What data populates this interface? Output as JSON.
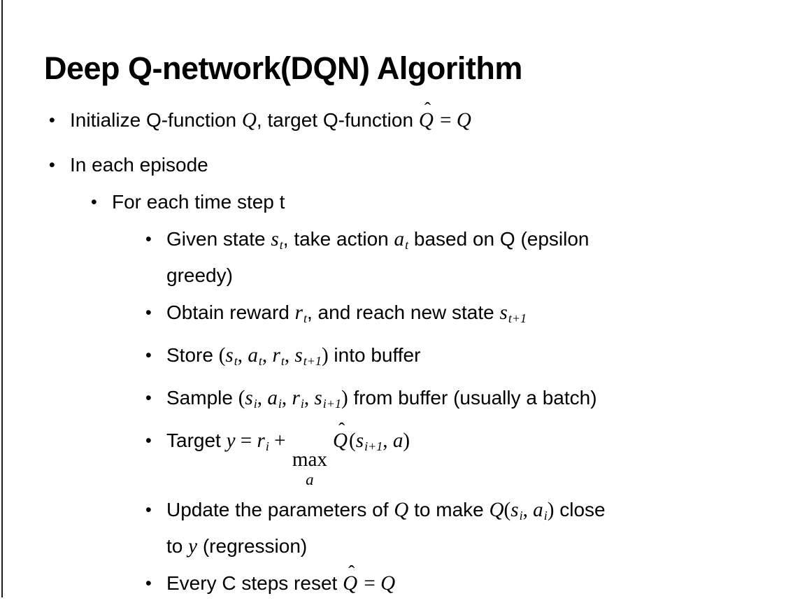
{
  "colors": {
    "background": "#ffffff",
    "text": "#000000",
    "border_line": "#1c1c1c"
  },
  "slide": {
    "title": "Deep Q-network(DQN) Algorithm",
    "bullet_glyph": "•",
    "bullets": [
      {
        "level": 1,
        "segments": [
          {
            "t": "txt",
            "v": "Initialize Q-function "
          },
          {
            "t": "m",
            "v": "Q"
          },
          {
            "t": "txt",
            "v": ", target Q-function "
          },
          {
            "t": "mhat",
            "v": "Q"
          },
          {
            "t": "mp",
            "v": " = "
          },
          {
            "t": "m",
            "v": "Q"
          }
        ]
      },
      {
        "level": 1,
        "segments": [
          {
            "t": "txt",
            "v": "In each episode"
          }
        ]
      },
      {
        "level": 2,
        "segments": [
          {
            "t": "txt",
            "v": "For each time step t"
          }
        ]
      },
      {
        "level": 3,
        "segments": [
          {
            "t": "txt",
            "v": "Given state "
          },
          {
            "t": "msub",
            "v": "s",
            "sub": "t"
          },
          {
            "t": "txt",
            "v": ", take action "
          },
          {
            "t": "msub",
            "v": "a",
            "sub": "t"
          },
          {
            "t": "txt",
            "v": " based on Q (epsilon"
          },
          {
            "t": "br"
          },
          {
            "t": "txt",
            "v": "greedy)"
          }
        ]
      },
      {
        "level": 3,
        "segments": [
          {
            "t": "txt",
            "v": "Obtain reward "
          },
          {
            "t": "msub",
            "v": "r",
            "sub": "t"
          },
          {
            "t": "txt",
            "v": ", and reach new state "
          },
          {
            "t": "msub",
            "v": "s",
            "sub": "t+1"
          }
        ]
      },
      {
        "level": 3,
        "segments": [
          {
            "t": "txt",
            "v": "Store "
          },
          {
            "t": "mp",
            "v": "("
          },
          {
            "t": "msub",
            "v": "s",
            "sub": "t"
          },
          {
            "t": "mp",
            "v": ", "
          },
          {
            "t": "msub",
            "v": "a",
            "sub": "t"
          },
          {
            "t": "mp",
            "v": ", "
          },
          {
            "t": "msub",
            "v": "r",
            "sub": "t"
          },
          {
            "t": "mp",
            "v": ", "
          },
          {
            "t": "msub",
            "v": "s",
            "sub": "t+1"
          },
          {
            "t": "mp",
            "v": ")"
          },
          {
            "t": "txt",
            "v": " into buffer"
          }
        ]
      },
      {
        "level": 3,
        "segments": [
          {
            "t": "txt",
            "v": "Sample "
          },
          {
            "t": "mp",
            "v": "("
          },
          {
            "t": "msub",
            "v": "s",
            "sub": "i"
          },
          {
            "t": "mp",
            "v": ", "
          },
          {
            "t": "msub",
            "v": "a",
            "sub": "i"
          },
          {
            "t": "mp",
            "v": ", "
          },
          {
            "t": "msub",
            "v": "r",
            "sub": "i"
          },
          {
            "t": "mp",
            "v": ", "
          },
          {
            "t": "msub",
            "v": "s",
            "sub": "i+1"
          },
          {
            "t": "mp",
            "v": ")"
          },
          {
            "t": "txt",
            "v": " from buffer (usually a batch)"
          }
        ]
      },
      {
        "level": 3,
        "segments": [
          {
            "t": "txt",
            "v": "Target "
          },
          {
            "t": "m",
            "v": "y"
          },
          {
            "t": "mp",
            "v": " = "
          },
          {
            "t": "msub",
            "v": "r",
            "sub": "i"
          },
          {
            "t": "mp",
            "v": " + "
          },
          {
            "t": "munder",
            "v": "max",
            "under": "a"
          },
          {
            "t": "mhat",
            "v": "Q"
          },
          {
            "t": "mp",
            "v": "("
          },
          {
            "t": "msub",
            "v": "s",
            "sub": "i+1"
          },
          {
            "t": "mp",
            "v": ", "
          },
          {
            "t": "m",
            "v": "a"
          },
          {
            "t": "mp",
            "v": ")"
          }
        ]
      },
      {
        "level": 3,
        "segments": [
          {
            "t": "txt",
            "v": "Update the parameters of "
          },
          {
            "t": "m",
            "v": "Q"
          },
          {
            "t": "txt",
            "v": " to make "
          },
          {
            "t": "m",
            "v": "Q"
          },
          {
            "t": "mp",
            "v": "("
          },
          {
            "t": "msub",
            "v": "s",
            "sub": "i"
          },
          {
            "t": "mp",
            "v": ", "
          },
          {
            "t": "msub",
            "v": "a",
            "sub": "i"
          },
          {
            "t": "mp",
            "v": ")"
          },
          {
            "t": "txt",
            "v": " close"
          },
          {
            "t": "br"
          },
          {
            "t": "txt",
            "v": "to "
          },
          {
            "t": "m",
            "v": "y"
          },
          {
            "t": "txt",
            "v": " (regression)"
          }
        ]
      },
      {
        "level": 3,
        "segments": [
          {
            "t": "txt",
            "v": "Every C steps reset "
          },
          {
            "t": "mhat",
            "v": "Q"
          },
          {
            "t": "mp",
            "v": " = "
          },
          {
            "t": "m",
            "v": "Q"
          }
        ]
      }
    ]
  }
}
